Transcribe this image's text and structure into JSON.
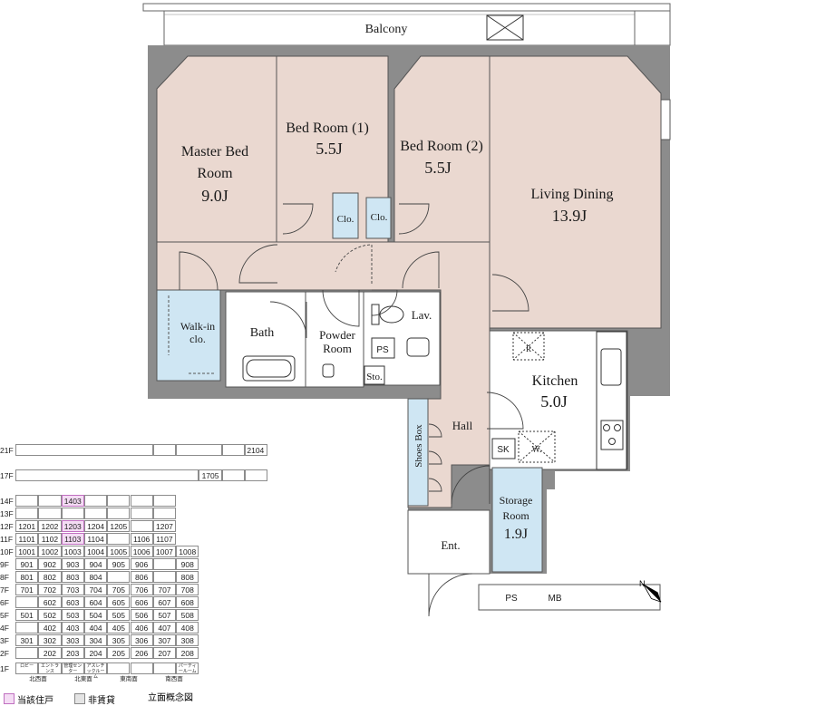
{
  "rooms": {
    "balcony": "Balcony",
    "master_line1": "Master Bed",
    "master_line2": "Room",
    "master_size": "9.0J",
    "bed1_label": "Bed Room (1)",
    "bed1_size": "5.5J",
    "bed2_label": "Bed Room (2)",
    "bed2_size": "5.5J",
    "living_label": "Living Dining",
    "living_size": "13.9J",
    "clo": "Clo.",
    "walkin_line1": "Walk-in",
    "walkin_line2": "clo.",
    "bath": "Bath",
    "powder_line1": "Powder",
    "powder_line2": "Room",
    "sto": "Sto.",
    "lav": "Lav.",
    "ps": "PS",
    "kitchen_label": "Kitchen",
    "kitchen_size": "5.0J",
    "r": "R",
    "sk": "SK",
    "w": "W.",
    "hall": "Hall",
    "shoes_box": "Shoes Box",
    "storage_line1": "Storage",
    "storage_line2": "Room",
    "storage_size": "1.9J",
    "ent": "Ent.",
    "mb": "MB"
  },
  "compass": {
    "label": "N",
    "icon": "north-arrow-icon"
  },
  "floors": [
    {
      "floor": "21F",
      "cells": [
        {
          "span": 6,
          "text": ""
        },
        {
          "span": 1,
          "text": ""
        },
        {
          "span": 2,
          "text": ""
        },
        {
          "span": 1,
          "text": ""
        },
        {
          "span": 1,
          "text": "2104",
          "wide": true
        }
      ]
    },
    {
      "floor": "17F",
      "cells": [
        {
          "span": 8,
          "text": ""
        },
        {
          "span": 1,
          "text": "1705"
        },
        {
          "span": 1,
          "text": ""
        },
        {
          "span": 1,
          "text": ""
        }
      ]
    },
    {
      "floor": "14F",
      "cells": [
        {
          "span": 1,
          "text": ""
        },
        {
          "span": 1,
          "text": ""
        },
        {
          "span": 1,
          "text": "1403",
          "state": "current"
        },
        {
          "span": 1,
          "text": ""
        },
        {
          "span": 1,
          "text": ""
        },
        {
          "span": 1,
          "text": ""
        },
        {
          "span": 1,
          "text": ""
        }
      ]
    },
    {
      "floor": "13F",
      "cells": [
        {
          "span": 1,
          "text": ""
        },
        {
          "span": 1,
          "text": ""
        },
        {
          "span": 1,
          "text": ""
        },
        {
          "span": 1,
          "text": ""
        },
        {
          "span": 1,
          "text": ""
        },
        {
          "span": 1,
          "text": ""
        },
        {
          "span": 1,
          "text": ""
        }
      ]
    },
    {
      "floor": "12F",
      "cells": [
        "1201",
        "1202",
        {
          "text": "1203",
          "state": "current"
        },
        "1204",
        "1205",
        "",
        "1207"
      ]
    },
    {
      "floor": "11F",
      "cells": [
        "1101",
        "1102",
        {
          "text": "1103",
          "state": "current"
        },
        "1104",
        "",
        "1106",
        "1107"
      ]
    },
    {
      "floor": "10F",
      "cells": [
        "1001",
        "1002",
        "1003",
        "1004",
        "1005",
        "1006",
        "1007",
        "1008"
      ]
    },
    {
      "floor": "9F",
      "cells": [
        "901",
        "902",
        "903",
        "904",
        "905",
        "906",
        "",
        "908"
      ]
    },
    {
      "floor": "8F",
      "cells": [
        "801",
        "802",
        "803",
        "804",
        "",
        "806",
        "",
        "808"
      ]
    },
    {
      "floor": "7F",
      "cells": [
        "701",
        "702",
        "703",
        "704",
        "705",
        "706",
        "707",
        "708"
      ]
    },
    {
      "floor": "6F",
      "cells": [
        "",
        "602",
        "603",
        "604",
        "605",
        "606",
        "607",
        "608"
      ]
    },
    {
      "floor": "5F",
      "cells": [
        "501",
        "502",
        "503",
        "504",
        "505",
        "506",
        "507",
        "508"
      ]
    },
    {
      "floor": "4F",
      "cells": [
        "",
        "402",
        "403",
        "404",
        "405",
        "406",
        "407",
        "408"
      ]
    },
    {
      "floor": "3F",
      "cells": [
        "301",
        "302",
        "303",
        "304",
        "305",
        "306",
        "307",
        "308"
      ]
    },
    {
      "floor": "2F",
      "cells": [
        "",
        "202",
        "203",
        "204",
        "205",
        "206",
        "207",
        "208"
      ]
    }
  ],
  "ground_floor": {
    "floor": "1F",
    "labels": [
      "ロビー",
      "エントランス",
      "管理センター",
      "アスレチックルーム",
      "",
      "",
      "",
      "パーティールーム"
    ]
  },
  "sides": [
    "北西面",
    "北東面",
    "東南面",
    "南西面"
  ],
  "legend": {
    "current": "当該住戸",
    "not_rented": "非賃貸",
    "caption": "立面概念図"
  },
  "colors": {
    "room_fill": "#ead8d0",
    "closet_fill": "#cfe6f3",
    "wall": "#8c8c8c",
    "current_unit": "#f4dcf4",
    "not_rented": "#e4e4e4"
  }
}
